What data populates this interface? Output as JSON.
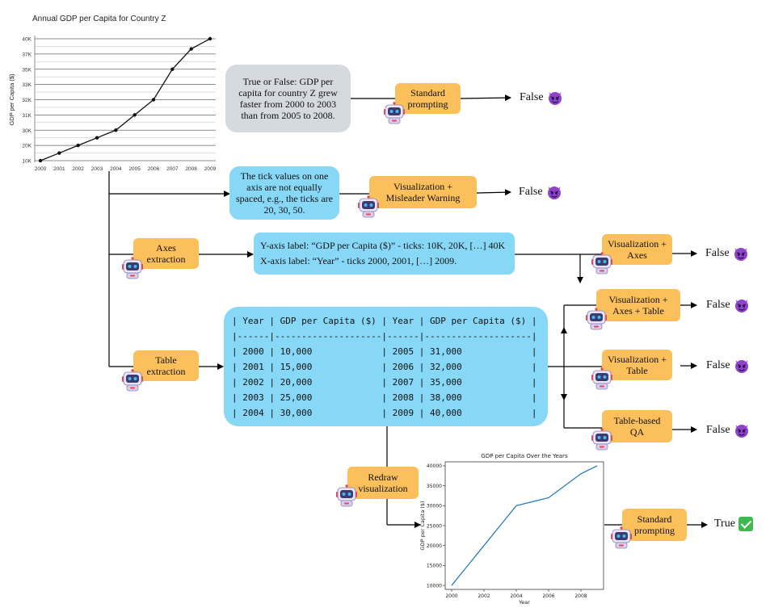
{
  "chart_data": [
    {
      "type": "line",
      "title": "Annual GDP per Capita for Country Z",
      "xlabel": "",
      "ylabel": "GDP per Capita ($)",
      "x": [
        2000,
        2001,
        2002,
        2003,
        2004,
        2005,
        2006,
        2007,
        2008,
        2009
      ],
      "y": [
        10000,
        15000,
        20000,
        25000,
        30000,
        31000,
        32000,
        35000,
        38000,
        40000
      ],
      "x_ticks": [
        "2000",
        "2001",
        "2002",
        "2003",
        "2004",
        "2005",
        "2006",
        "2007",
        "2008",
        "2009"
      ],
      "y_ticks": [
        "10K",
        "20K",
        "30K",
        "31K",
        "32K",
        "33K",
        "35K",
        "37K",
        "40K"
      ],
      "grid": true,
      "markers": true
    },
    {
      "type": "line",
      "title": "GDP per Capita Over the Years",
      "xlabel": "Year",
      "ylabel": "GDP per Capita ($)",
      "x": [
        2000,
        2001,
        2002,
        2003,
        2004,
        2005,
        2006,
        2007,
        2008,
        2009
      ],
      "y": [
        10000,
        15000,
        20000,
        25000,
        30000,
        31000,
        32000,
        35000,
        38000,
        40000
      ],
      "x_ticks": [
        "2000",
        "2002",
        "2004",
        "2006",
        "2008"
      ],
      "y_ticks": [
        "10000",
        "15000",
        "20000",
        "25000",
        "30000",
        "35000",
        "40000"
      ],
      "ylim": [
        9000,
        41000
      ],
      "xlim": [
        1999.6,
        2009.4
      ],
      "grid": false,
      "color": "#1f77b4"
    }
  ],
  "question": "True or False: GDP per capita for country Z grew faster from 2000 to 2003 than from 2005 to 2008.",
  "hint": "The tick values on one axis are not equally spaced, e.g., the ticks are 20, 30, 50.",
  "axes_info": {
    "line1": "Y-axis label:  “GDP per Capita ($)” - ticks: 10K, 20K, […] 40K",
    "line2": "X-axis label: “Year” - ticks 2000, 2001, […] 2009."
  },
  "table_lines": [
    "| Year | GDP per Capita ($) | Year | GDP per Capita ($) |",
    "|------|--------------------|------|--------------------|",
    "| 2000 | 10,000             | 2005 | 31,000             |",
    "| 2001 | 15,000             | 2006 | 32,000             |",
    "| 2002 | 20,000             | 2007 | 35,000             |",
    "| 2003 | 25,000             | 2008 | 38,000             |",
    "| 2004 | 30,000             | 2009 | 40,000             |"
  ],
  "steps": {
    "standard_prompting": "Standard prompting",
    "vis_misleader": "Visualization + Misleader Warning",
    "axes_extraction": "Axes extraction",
    "table_extraction": "Table extraction",
    "vis_axes": "Visualization + Axes",
    "vis_axes_table": "Visualization + Axes + Table",
    "vis_table": "Visualization + Table",
    "table_qa": "Table-based QA",
    "redraw": "Redraw visualization",
    "standard_prompting_2": "Standard prompting"
  },
  "results": {
    "r1": "False",
    "r2": "False",
    "r3": "False",
    "r4": "False",
    "r5": "False",
    "r6": "False",
    "r7": "True"
  },
  "colors": {
    "step_box": "#fbbf5c",
    "info_box": "#87d8f7",
    "question_box": "#d5d9e0",
    "devil": "#8e44c9",
    "check": "#3fb950",
    "line2": "#1f77b4"
  },
  "icons": {
    "robot": "robot-icon",
    "false_marker": "devil-icon",
    "true_marker": "check-icon"
  }
}
